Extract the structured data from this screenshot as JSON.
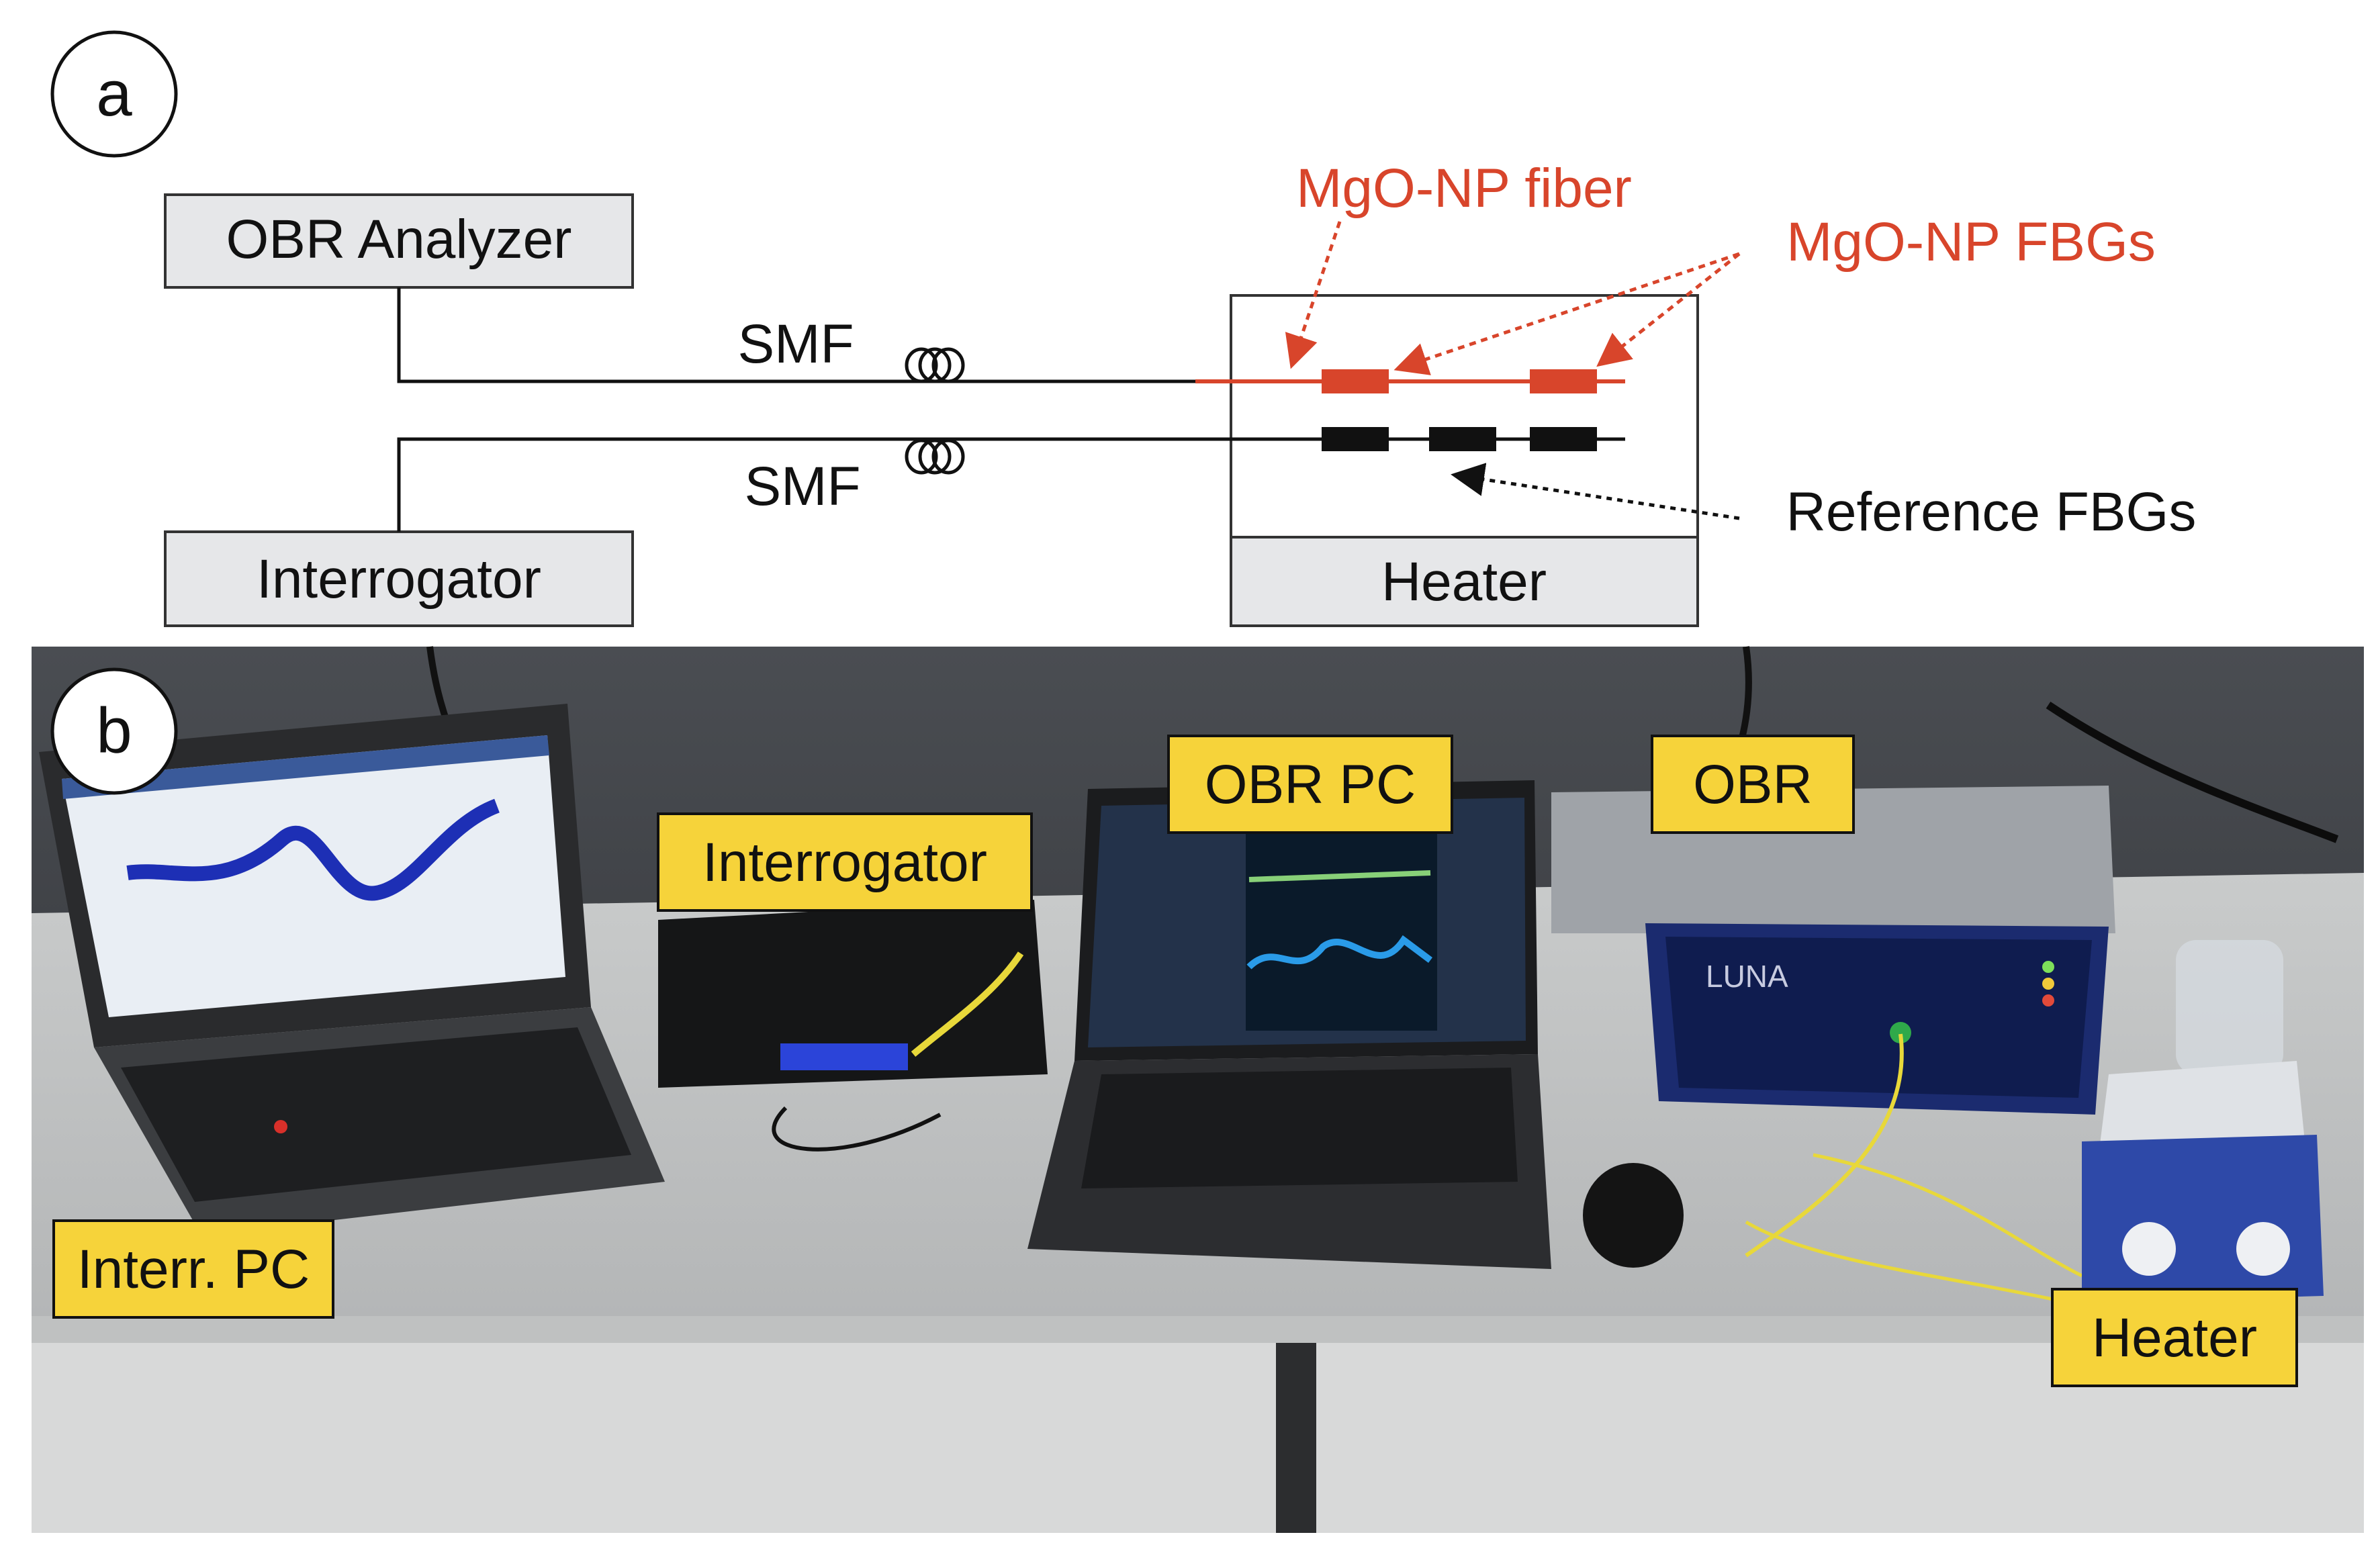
{
  "panel_a": {
    "marker": "a",
    "boxes": {
      "obr_analyzer": "OBR Analyzer",
      "interrogator": "Interrogator",
      "heater": "Heater"
    },
    "labels": {
      "smf_top": "SMF",
      "smf_bottom": "SMF",
      "mgo_fiber": "MgO-NP fiber",
      "mgo_fbgs": "MgO-NP FBGs",
      "reference_fbgs": "Reference FBGs"
    }
  },
  "panel_b": {
    "marker": "b",
    "tags": {
      "interr_pc": "Interr. PC",
      "interrogator": "Interrogator",
      "obr_pc": "OBR PC",
      "obr": "OBR",
      "heater": "Heater"
    },
    "device_text": {
      "obr_brand": "LUNA"
    }
  },
  "colors": {
    "accent_red": "#d8452b",
    "tag_yellow": "#f6d33a",
    "box_gray": "#e6e7e9",
    "line": "#111111"
  }
}
